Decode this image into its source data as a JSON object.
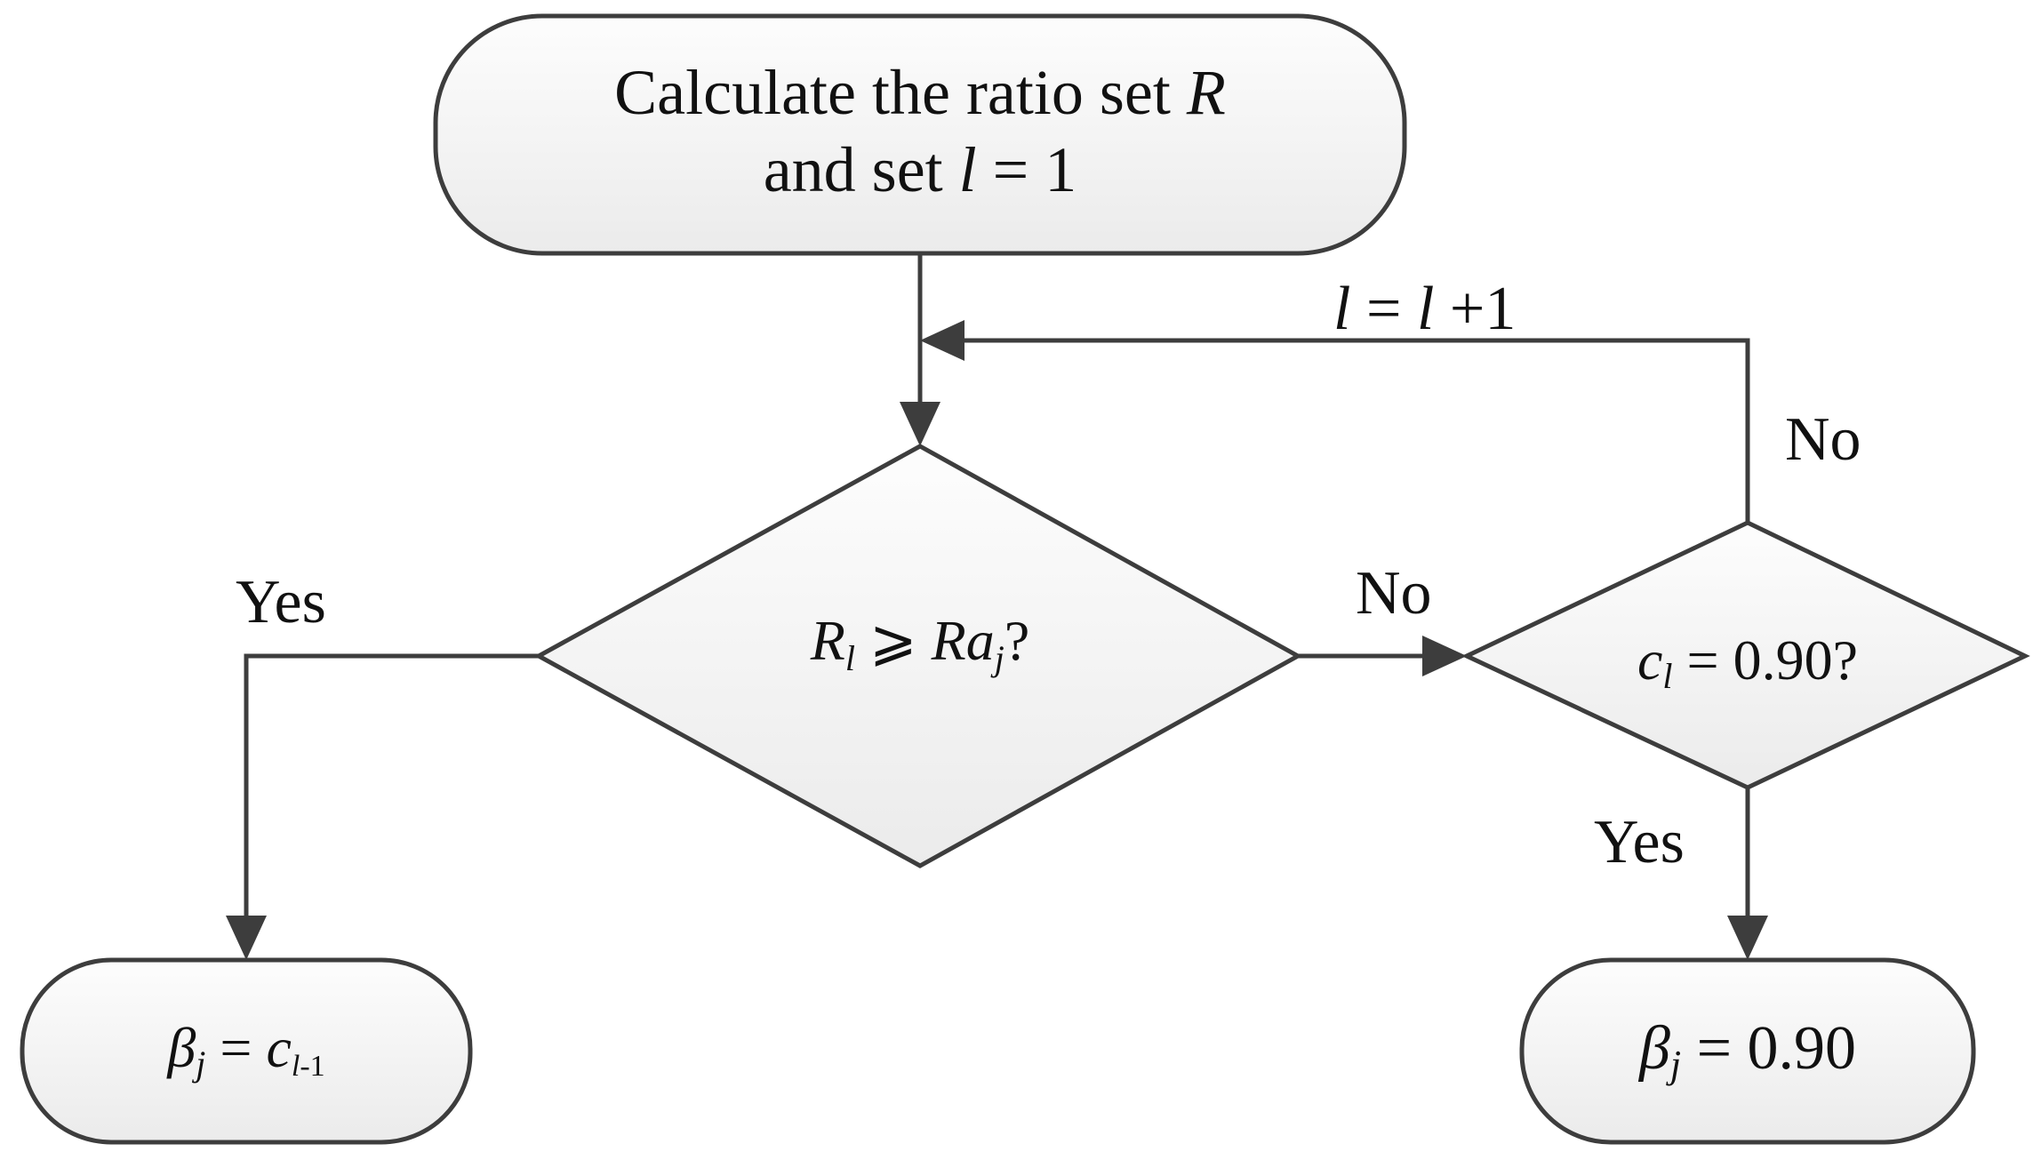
{
  "diagram": {
    "colors": {
      "stroke": "#3d3d3d",
      "fill_top": "#fdfdfd",
      "fill_bottom": "#ebebeb",
      "text": "#111111"
    },
    "start_node": {
      "line1_text": "Calculate the ratio set ",
      "line1_var": "R",
      "line2_text": "and set ",
      "line2_var": "l",
      "line2_rest": " = 1"
    },
    "decision_ratio": {
      "var_R": "R",
      "sub_l": "l",
      "op": " ⩾ ",
      "var_Ra": "Ra",
      "sub_j": "j",
      "q": "?"
    },
    "decision_c": {
      "var_c": "c",
      "sub_l": "l",
      "rest": " = 0.90",
      "q": "?"
    },
    "end_left": {
      "var_beta": "β",
      "sub_j": "j",
      "op": " = ",
      "var_c": "c",
      "sub": "l",
      "sub_rest": "-1"
    },
    "end_right": {
      "var_beta": "β",
      "sub_j": "j",
      "rest": " = 0.90"
    },
    "loop_label": {
      "var_l1": "l",
      "mid": " = ",
      "var_l2": "l",
      "rest": " +1"
    },
    "labels": {
      "yes_left": "Yes",
      "no_middle": "No",
      "no_top": "No",
      "yes_right": "Yes"
    }
  }
}
